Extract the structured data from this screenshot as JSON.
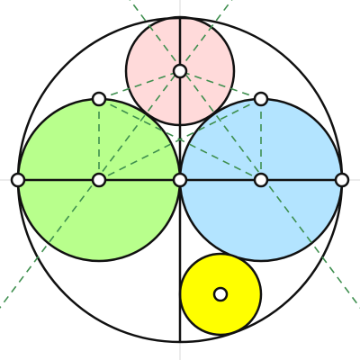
{
  "diagram": {
    "description_kind": "geometric circle construction",
    "colors": {
      "background": "#ffffff",
      "stroke": "#111111",
      "axis": "#d9d9d9",
      "construction": "#3f8f4f",
      "pink_fill": "#ffdada",
      "green_fill": "#b8ff8c",
      "blue_fill": "#b3e4ff",
      "yellow_fill": "#ffff00",
      "point_fill": "#ffffff"
    },
    "elements": [
      "outer-circle",
      "pink-circle",
      "green-circle",
      "blue-circle",
      "yellow-circle",
      "diameter-line",
      "vertical-line",
      "construction-lines",
      "points"
    ]
  }
}
